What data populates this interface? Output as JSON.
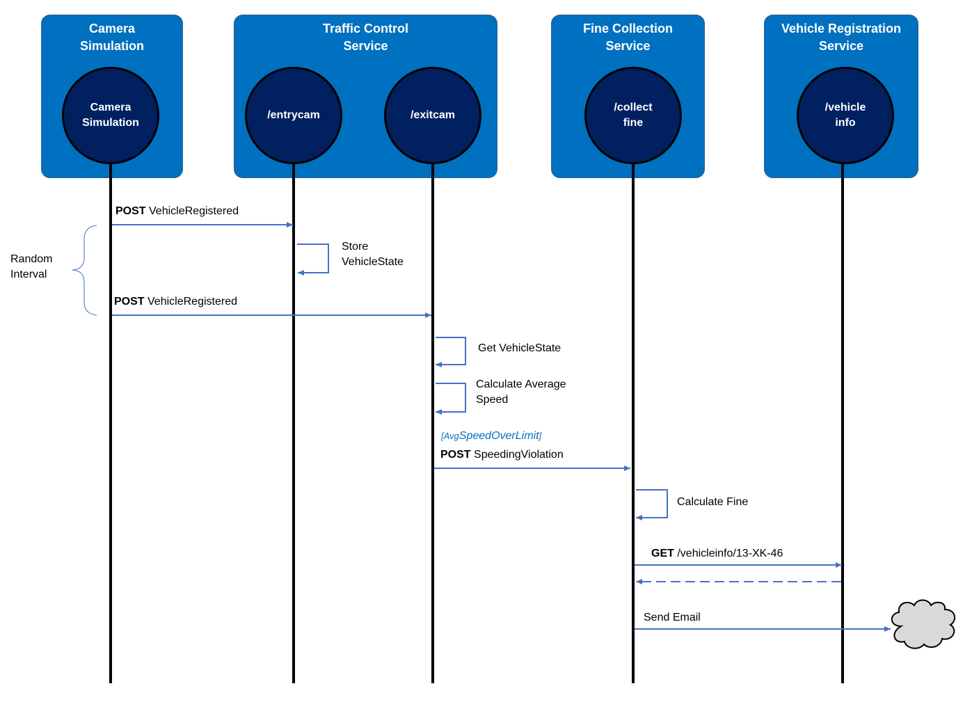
{
  "services": [
    {
      "title": "Camera\nSimulation"
    },
    {
      "title": "Traffic Control\nService"
    },
    {
      "title": "Fine Collection\nService"
    },
    {
      "title": "Vehicle Registration\nService"
    }
  ],
  "endpoints": [
    {
      "label": "Camera\nSimulation"
    },
    {
      "label": "/entrycam"
    },
    {
      "label": "/exitcam"
    },
    {
      "label": "/collect\nfine"
    },
    {
      "label": "/vehicle\ninfo"
    }
  ],
  "messages": {
    "post_entry": {
      "method": "POST",
      "text": "VehicleRegistered"
    },
    "store_state": {
      "text": "Store\nVehicleState"
    },
    "random_interval": {
      "text": "Random\nInterval"
    },
    "post_exit": {
      "method": "POST",
      "text": "VehicleRegistered"
    },
    "get_state": {
      "text": "Get VehicleState"
    },
    "calc_speed": {
      "text": "Calculate Average\nSpeed"
    },
    "guard": {
      "open": "[",
      "prefix": "Avg",
      "main": "SpeedOverLimit",
      "close": "]"
    },
    "post_violation": {
      "method": "POST",
      "text": "SpeedingViolation"
    },
    "calc_fine": {
      "text": "Calculate Fine"
    },
    "get_vehicleinfo": {
      "method": "GET",
      "text": "/vehicleinfo/13-XK-46"
    },
    "send_email": {
      "text": "Send Email"
    }
  },
  "colors": {
    "service_box": "#0070C0",
    "endpoint_circle": "#002060",
    "arrow": "#4472C4",
    "lifeline": "#000000",
    "cloud": "#D9D9D9",
    "guard_text": "#0070C0"
  },
  "icons": {
    "email_target": "cloud-icon"
  }
}
